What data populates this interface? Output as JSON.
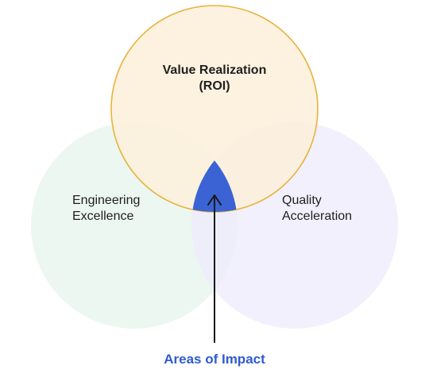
{
  "diagram": {
    "circles": [
      {
        "id": "value",
        "label_lines": [
          "Value Realization",
          "(ROI)"
        ],
        "fill": "#fdefd9",
        "stroke": "#e8b33a"
      },
      {
        "id": "engineering",
        "label_lines": [
          "Engineering",
          "Excellence"
        ],
        "fill": "#e9f6ee",
        "stroke": "none"
      },
      {
        "id": "quality",
        "label_lines": [
          "Quality",
          "Acceleration"
        ],
        "fill": "#eeebfb",
        "stroke": "none"
      }
    ],
    "intersection": {
      "fill": "#3b63d3"
    },
    "callout": {
      "label": "Areas of Impact",
      "color": "#2f5bd1",
      "arrow_color": "#1a1a1a"
    }
  }
}
